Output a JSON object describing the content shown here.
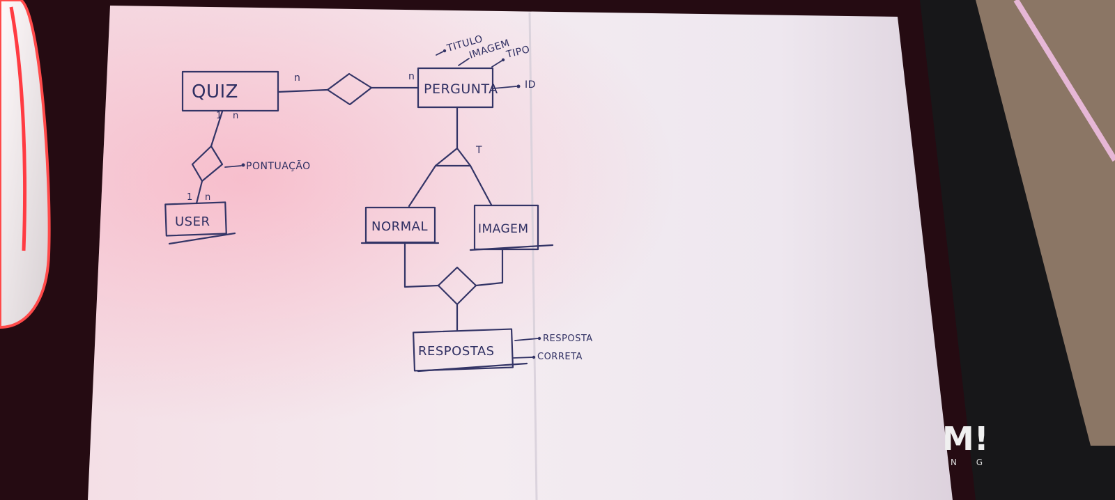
{
  "entities": {
    "quiz": "QUIZ",
    "pergunta": "PERGUNTA",
    "user": "USER",
    "normal": "NORMAL",
    "imagem": "IMAGEM",
    "respostas": "RESPOSTAS"
  },
  "attributes": {
    "titulo": "TITULO",
    "imagem": "IMAGEM",
    "tipo": "TIPO",
    "id": "ID",
    "pontuacao": "PONTUAÇÃO",
    "resposta": "RESPOSTA",
    "correta": "CORRETA"
  },
  "cardinalities": {
    "quiz_to_pergunta": "n",
    "pergunta_from_quiz": "n",
    "quiz_to_user_1": "1",
    "quiz_to_user_n": "n",
    "user_1": "1",
    "user_n": "n"
  },
  "specialization": {
    "label": "T"
  },
  "background": {
    "logo_text": "M!",
    "logo_subtext": "N G"
  }
}
